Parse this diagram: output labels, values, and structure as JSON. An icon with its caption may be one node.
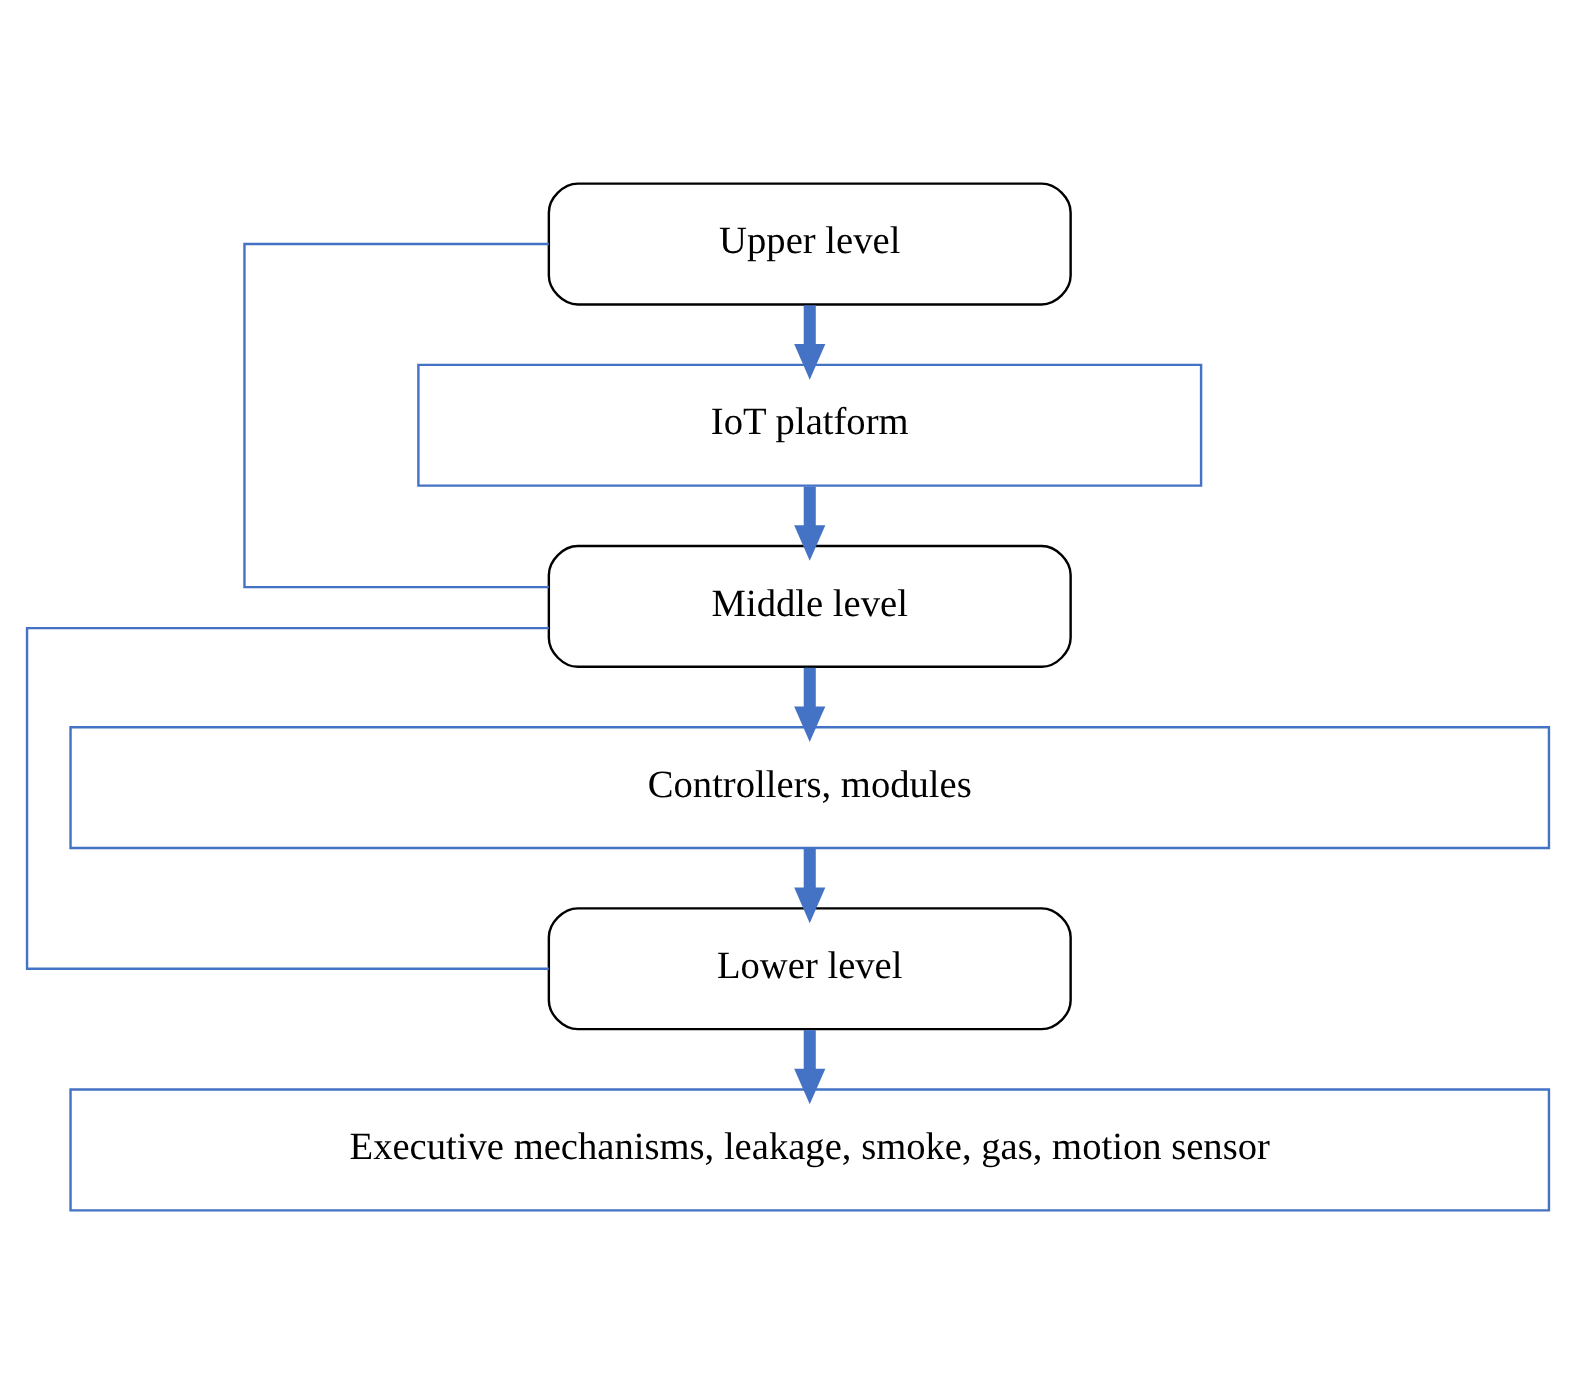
{
  "diagram": {
    "nodes": [
      {
        "text": [
          "Upper level"
        ]
      },
      {
        "text": [
          "IoT platform"
        ]
      },
      {
        "text": [
          "Middle level"
        ]
      },
      {
        "text": [
          "Controllers, modules"
        ]
      },
      {
        "text": [
          "Lower level"
        ]
      },
      {
        "text": [
          "Executive mechanisms, leakage, smoke, gas, motion sensor"
        ]
      }
    ],
    "edges": [
      {
        "from": 0,
        "to": 1,
        "arrow": "to"
      },
      {
        "from": 1,
        "to": 2,
        "arrow": "to"
      },
      {
        "from": 2,
        "to": 3,
        "arrow": "to"
      },
      {
        "from": 3,
        "to": 4,
        "arrow": "to"
      },
      {
        "from": 4,
        "to": 5,
        "arrow": "to"
      },
      {
        "from": 0,
        "to": 2,
        "arrow": "none"
      },
      {
        "from": 2,
        "to": 4,
        "arrow": "none"
      }
    ]
  }
}
